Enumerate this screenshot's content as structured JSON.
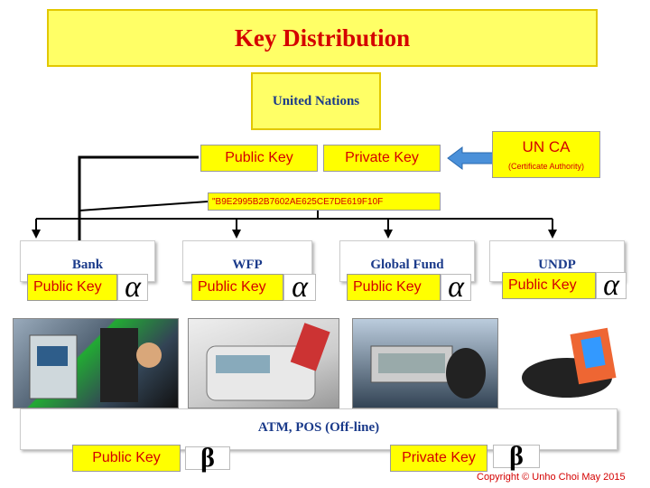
{
  "title": "Key Distribution",
  "un_label": "United Nations",
  "un_keys": {
    "public": "Public Key",
    "private": "Private Key"
  },
  "ca": {
    "title": "UN CA",
    "subtitle": "(Certificate Authority)"
  },
  "hash": "\"B9E2995B2B7602AE625CE7DE619F10F",
  "orgs": [
    {
      "name": "Bank",
      "key_label": "Public Key",
      "symbol": "α"
    },
    {
      "name": "WFP",
      "key_label": "Public Key",
      "symbol": "α"
    },
    {
      "name": "Global Fund",
      "key_label": "Public Key",
      "symbol": "α"
    },
    {
      "name": "UNDP",
      "key_label": "Public Key",
      "symbol": "α"
    }
  ],
  "atm_label": "ATM,  POS  (Off-line)",
  "bottom_keys": {
    "public": "Public Key",
    "private": "Private Key",
    "symbol": "β"
  },
  "copyright": "Copyright © Unho Choi  May 2015",
  "colors": {
    "title_bg": "#ffff66",
    "key_bg": "#ffff00",
    "key_text": "#d40000",
    "label_text": "#1a3a8a",
    "arrow": "#4a90d9"
  }
}
